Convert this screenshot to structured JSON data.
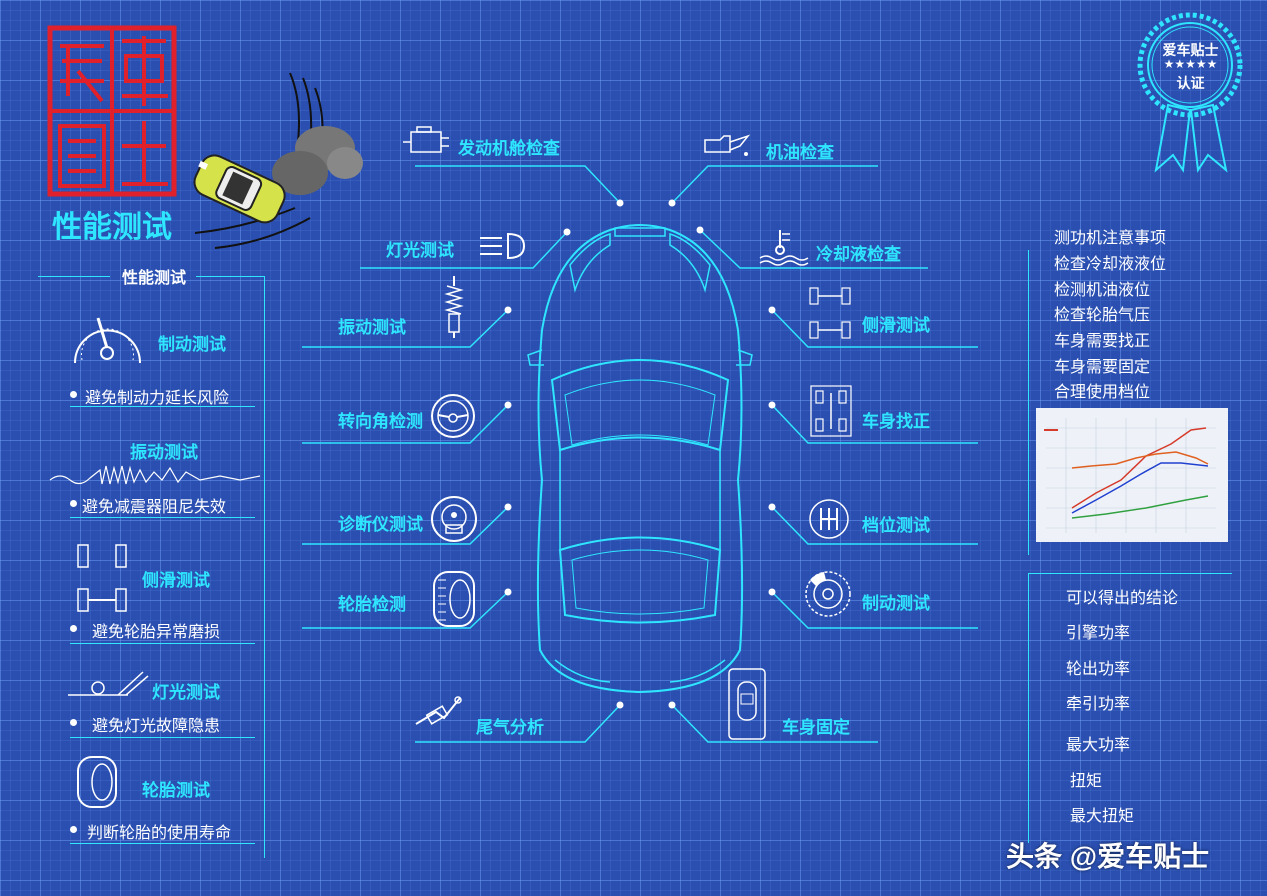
{
  "logo": {
    "text": "爱车贴士"
  },
  "page_title": "性能测试",
  "badge": {
    "line1": "爱车贴士",
    "stars": "★★★★★",
    "line2": "认证"
  },
  "left_panel": {
    "title": "性能测试",
    "items": [
      {
        "title": "制动测试",
        "desc": "避免制动力延长风险"
      },
      {
        "title": "振动测试",
        "desc": "避免减震器阻尼失效"
      },
      {
        "title": "侧滑测试",
        "desc": "避免轮胎异常磨损"
      },
      {
        "title": "灯光测试",
        "desc": "避免灯光故障隐患"
      },
      {
        "title": "轮胎测试",
        "desc": "判断轮胎的使用寿命"
      }
    ]
  },
  "car_labels": {
    "engine": "发动机舱检查",
    "oil": "机油检查",
    "light": "灯光测试",
    "coolant": "冷却液检查",
    "vibration": "振动测试",
    "sideslip": "侧滑测试",
    "steering": "转向角检测",
    "alignment": "车身找正",
    "diagnostic": "诊断仪测试",
    "gear": "档位测试",
    "tire": "轮胎检测",
    "brake": "制动测试",
    "exhaust": "尾气分析",
    "fix": "车身固定"
  },
  "notes": {
    "items": [
      "测功机注意事项",
      "检查冷却液液位",
      "检测机油液位",
      "检查轮胎气压",
      "车身需要找正",
      "车身需要固定",
      "合理使用档位"
    ]
  },
  "conclusions": {
    "items": [
      "可以得出的结论",
      "引擎功率",
      "轮出功率",
      "牵引功率",
      "最大功率",
      "扭矩",
      "最大扭矩"
    ]
  },
  "watermark": "头条 @爱车贴士",
  "colors": {
    "accent": "#2ee6ff",
    "background": "#2a4fb0",
    "logo_red": "#e0202a"
  },
  "icons": [
    "engine-icon",
    "oil-can-icon",
    "headlight-icon",
    "coolant-icon",
    "shock-absorber-icon",
    "axle-icon",
    "steering-wheel-icon",
    "alignment-icon",
    "diagnostic-icon",
    "gear-shift-icon",
    "tire-icon",
    "brake-disc-icon",
    "exhaust-icon",
    "car-fix-icon",
    "speedometer-icon"
  ]
}
